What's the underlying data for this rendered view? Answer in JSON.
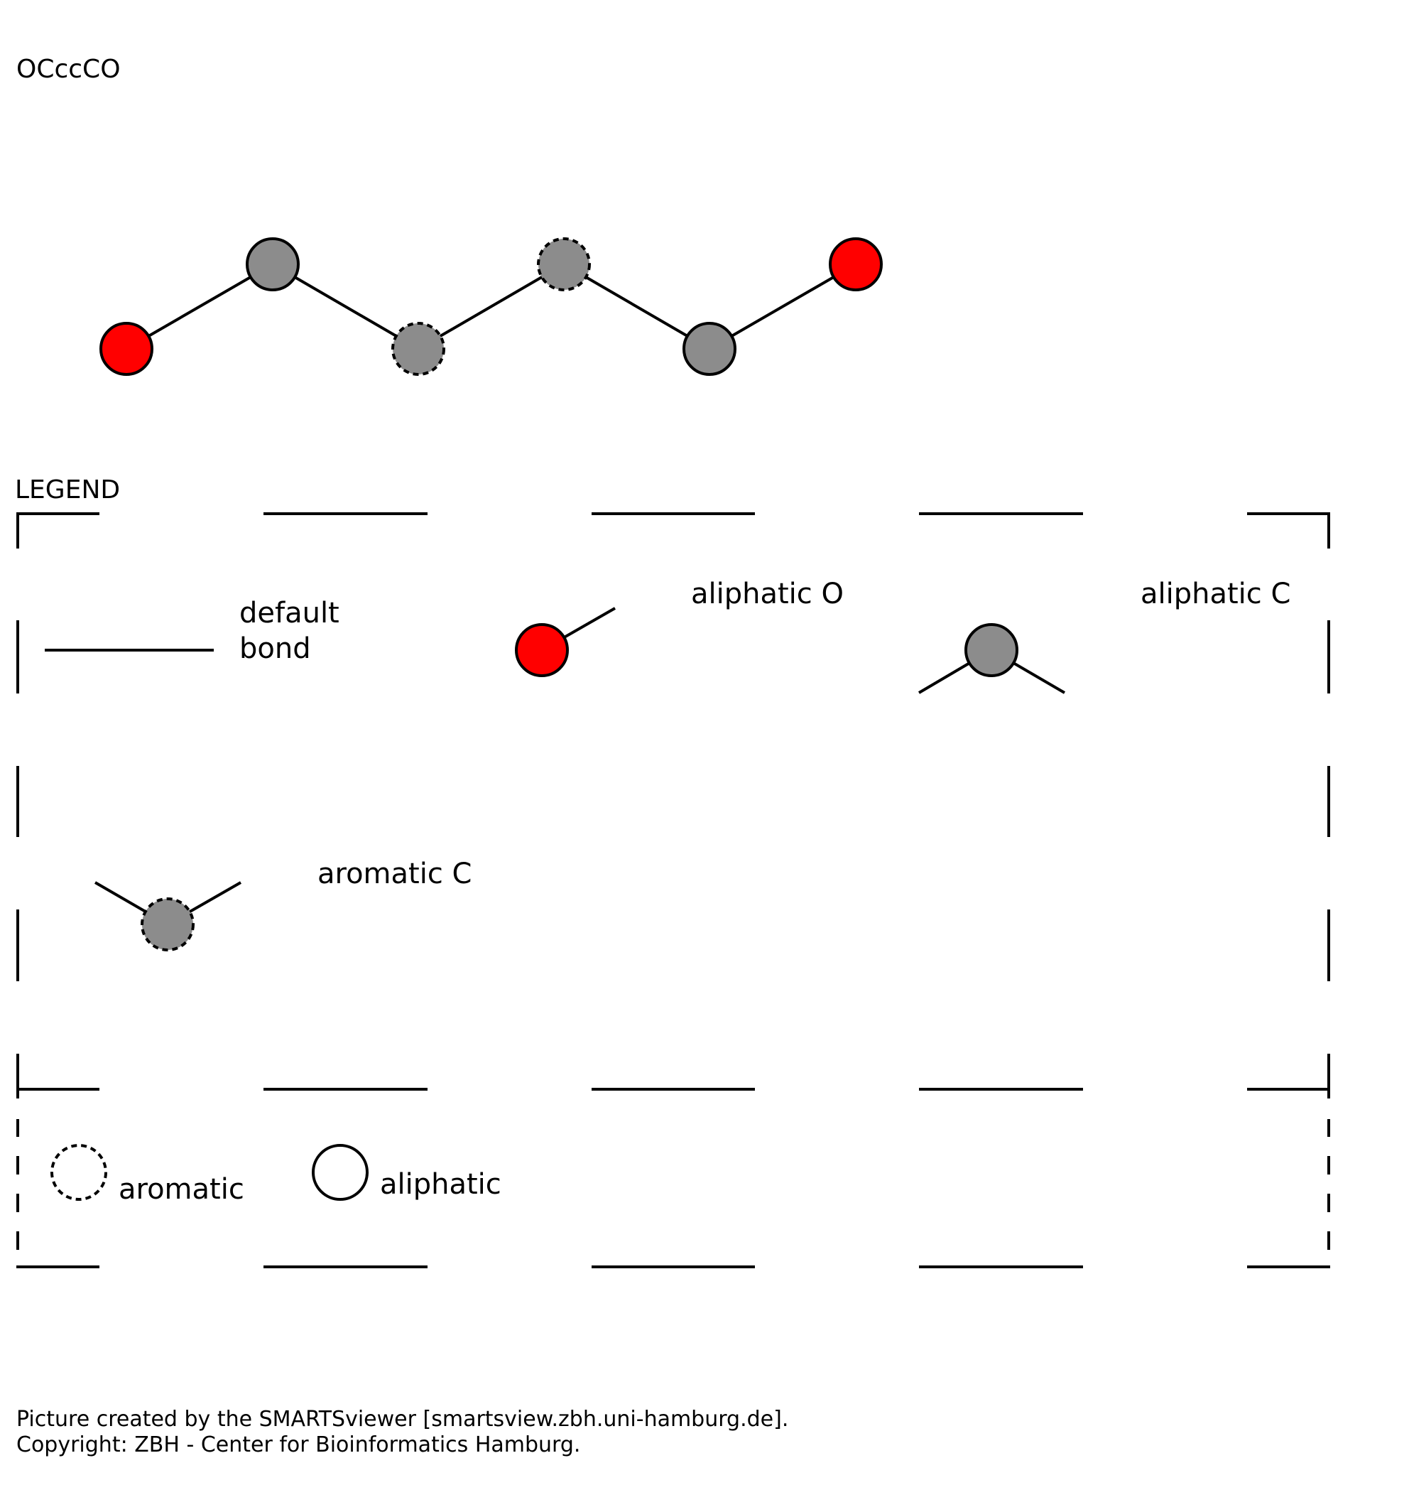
{
  "smarts": "OCccCO",
  "colors": {
    "oxygen": "#ff0000",
    "carbon": "#8c8c8c",
    "outline": "#000000",
    "background": "#ffffff"
  },
  "molecule": {
    "atoms": [
      {
        "element": "O",
        "type": "aliphatic"
      },
      {
        "element": "C",
        "type": "aliphatic"
      },
      {
        "element": "c",
        "type": "aromatic"
      },
      {
        "element": "c",
        "type": "aromatic"
      },
      {
        "element": "C",
        "type": "aliphatic"
      },
      {
        "element": "O",
        "type": "aliphatic"
      }
    ],
    "bonds": [
      [
        0,
        1
      ],
      [
        1,
        2
      ],
      [
        2,
        3
      ],
      [
        3,
        4
      ],
      [
        4,
        5
      ]
    ]
  },
  "legend": {
    "title": "LEGEND",
    "items": {
      "default_bond_line1": "default",
      "default_bond_line2": "bond",
      "aliphatic_o": "aliphatic O",
      "aliphatic_c": "aliphatic C",
      "aromatic_c": "aromatic C"
    },
    "styles": {
      "aromatic": "aromatic",
      "aliphatic": "aliphatic"
    }
  },
  "footer": {
    "line1": "Picture created by the SMARTSviewer [smartsview.zbh.uni-hamburg.de].",
    "line2": "Copyright: ZBH - Center for Bioinformatics Hamburg."
  }
}
